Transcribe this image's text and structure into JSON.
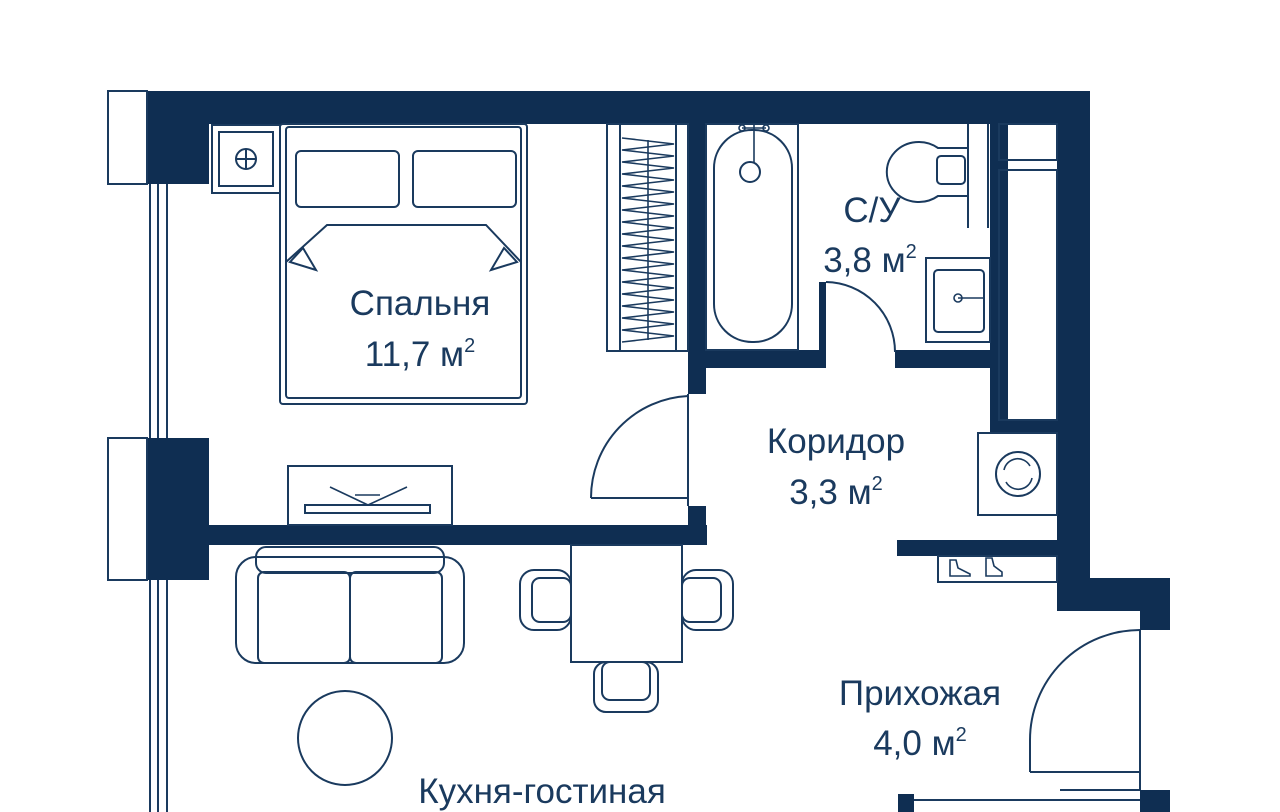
{
  "colors": {
    "wall": "#0f2e52",
    "line": "#1a3a5e",
    "background": "#ffffff"
  },
  "rooms": {
    "bedroom": {
      "name": "Спальня",
      "area": "11,7 м",
      "sup": "2"
    },
    "bathroom": {
      "name": "С/У",
      "area": "3,8 м",
      "sup": "2"
    },
    "corridor": {
      "name": "Коридор",
      "area": "3,3 м",
      "sup": "2"
    },
    "hallway": {
      "name": "Прихожая",
      "area": "4,0 м",
      "sup": "2"
    },
    "kitchen": {
      "name": "Кухня-гостиная"
    }
  },
  "icons": [
    "ventilation-icon",
    "washing-machine-icon",
    "shoes-icon"
  ]
}
